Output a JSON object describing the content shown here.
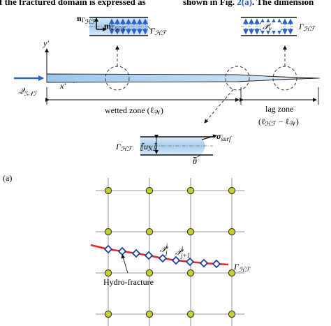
{
  "header": {
    "left_text": "f the fractured domain is expressed as",
    "right_text_before_link": "shown in Fig.",
    "right_link": "2(a)",
    "right_text_after_link": ". The dimension"
  },
  "panel_a": {
    "label": "(a)",
    "y_axis": "y′",
    "x_axis": "x′",
    "inflow": "𝒬",
    "inflow_sub": "ℐ𝒩ℐ",
    "wetted_zone": "wetted zone (ℓ",
    "wetted_zone_sub": "𝒲",
    "wetted_zone_close": ")",
    "lag_zone": "lag zone",
    "lag_zone_formula": "(ℓ",
    "lag_zone_sub1": "ℋℱ",
    "lag_zone_minus": " − ℓ",
    "lag_zone_sub2": "𝒲",
    "lag_zone_close": ")",
    "n_label": "n",
    "n_sub": "Γ",
    "n_subsub": "ℋℱ",
    "m_label": "m",
    "m_sub": "Γ",
    "m_subsub": "ℋℱ",
    "gamma": "Γ",
    "gamma_sub": "ℋℱ",
    "pv": "𝒫",
    "pv_sub": "v",
    "un": "⟦u",
    "un_sub": "N",
    "un_close": "⟧",
    "sigma": "σ",
    "sigma_sub": "surf",
    "theta": "θ"
  },
  "panel_b": {
    "p_i": "𝒫",
    "p_i_sup": "i",
    "p_i_sub": "j",
    "p_i1": "𝒫",
    "p_i1_sup": "i",
    "p_i1_sub": "j+1",
    "gamma": "Γ",
    "gamma_sub": "ℋℱ",
    "hydro": "Hydro-fracture"
  },
  "colors": {
    "fluid_blue": "#bcd9f2",
    "arrow_blue": "#2a62c9",
    "fracture_red": "#e8281e",
    "node_green": "#c3cf35",
    "diamond_blue": "#1f3fa0",
    "link": "#2a54c8"
  }
}
